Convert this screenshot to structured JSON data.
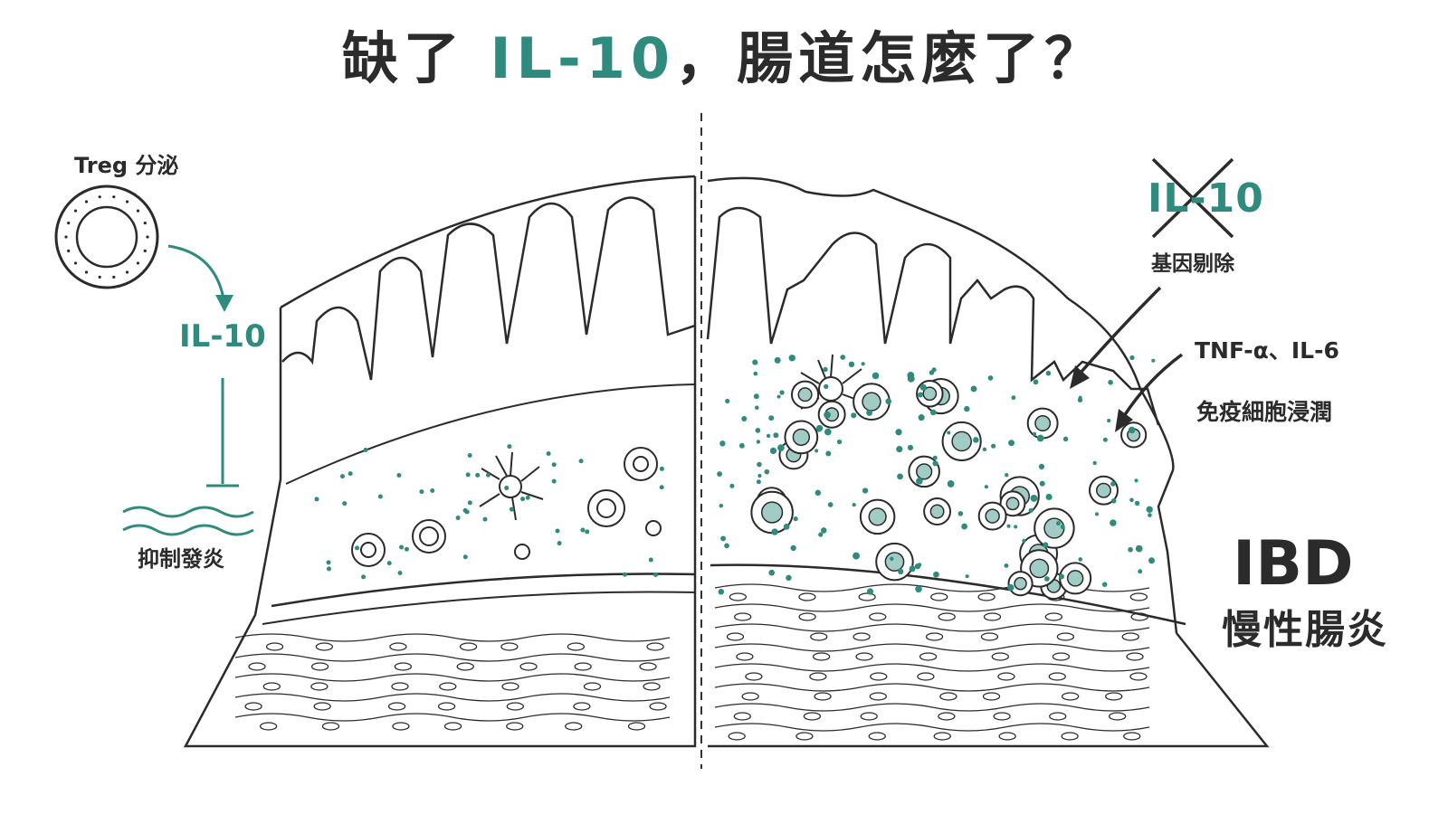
{
  "title": {
    "prefix": "缺了 ",
    "accent": "IL-10",
    "suffix": "，腸道怎麼了？"
  },
  "left_panel": {
    "treg_label": "Treg 分泌",
    "cytokine_label": "IL-10",
    "outcome_label": "抑制發炎"
  },
  "right_panel": {
    "knockout_target": "IL-10",
    "knockout_label": "基因剔除",
    "cytokines": "TNF-α、IL-6",
    "infiltration_label": "免疫細胞浸潤",
    "disease_abbr": "IBD",
    "disease_name": "慢性腸炎"
  },
  "colors": {
    "accent": "#2e8b7e",
    "ink": "#2b2b2b",
    "background": "#ffffff"
  }
}
